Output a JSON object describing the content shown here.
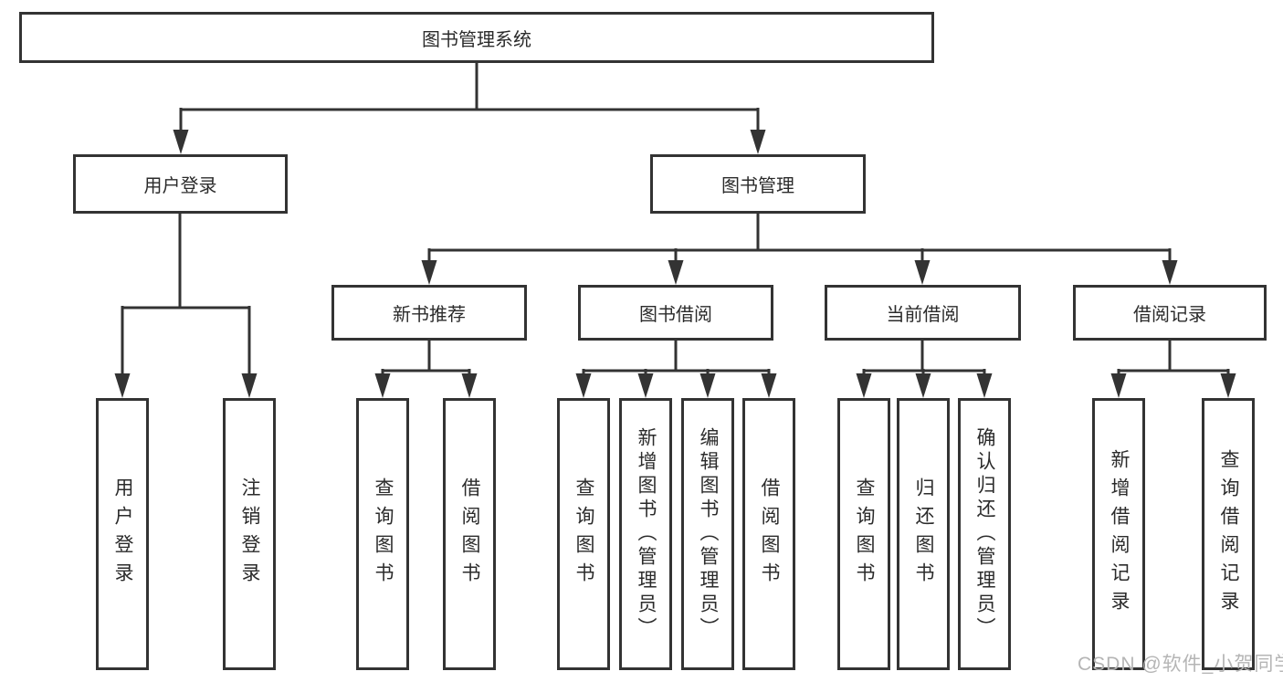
{
  "nodes": {
    "root": "图书管理系统",
    "user_login": "用户登录",
    "book_mgmt": "图书管理",
    "new_book": "新书推荐",
    "book_borrow": "图书借阅",
    "current_borrow": "当前借阅",
    "borrow_records": "借阅记录"
  },
  "leaves": {
    "user_login": [
      "用户登录",
      "注销登录"
    ],
    "new_book": [
      "查询图书",
      "借阅图书"
    ],
    "book_borrow": [
      "查询图书",
      "新增图书（管理员）",
      "编辑图书（管理员）",
      "借阅图书"
    ],
    "current_borrow": [
      "查询图书",
      "归还图书",
      "确认归还（管理员）"
    ],
    "borrow_records": [
      "新增借阅记录",
      "查询借阅记录"
    ]
  },
  "watermark": "CSDN @软件_小贺同学",
  "colors": {
    "line": "#333333",
    "text": "#2b2b2b",
    "watermark": "#b5b5b5",
    "background": "#ffffff"
  }
}
